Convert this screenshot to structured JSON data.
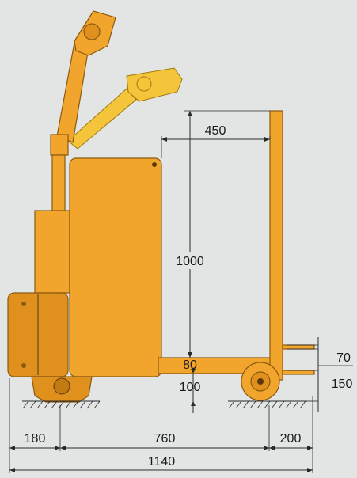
{
  "dimensions": {
    "mast_width": "450",
    "mast_height": "1000",
    "fork_thickness": "70",
    "fork_lift": "150",
    "fork_clearance": "80",
    "ground_clearance": "100",
    "rear_overhang": "180",
    "chassis_length": "760",
    "front_overhang": "200",
    "total_length": "1140"
  },
  "colors": {
    "body": "#f2a52c",
    "body_shadow": "#e0901d",
    "ghost_handle": "#f4c43a",
    "background": "#e2e5e4",
    "line": "#2a2a2a"
  }
}
